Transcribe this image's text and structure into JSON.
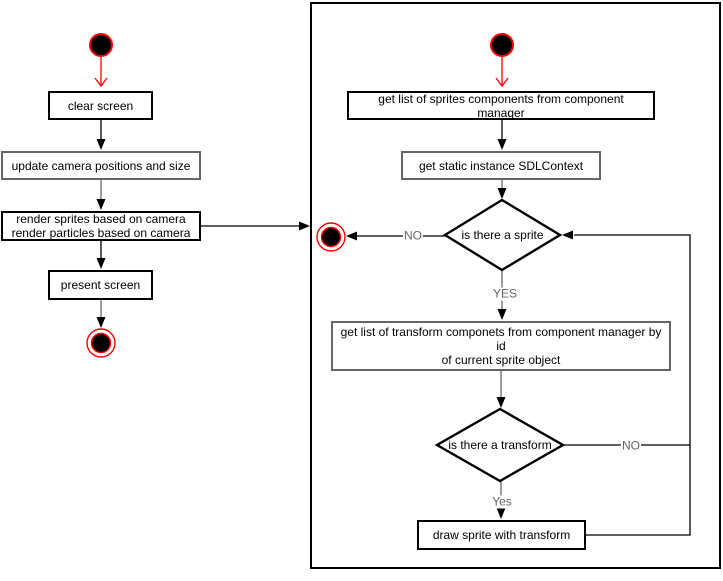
{
  "diagram": {
    "type": "uml-activity-flowchart",
    "left_flow": {
      "clear_screen": "clear screen",
      "update_camera": "update camera positions and size",
      "render": "render sprites based on camera\nrender particles based on camera",
      "present_screen": "present screen"
    },
    "right_flow": {
      "get_sprites": "get list of sprites components from component manager",
      "get_sdl_context": "get static instance SDLContext",
      "decision_sprite": "is there a sprite",
      "sprite_yes": "YES",
      "sprite_no": "NO",
      "get_transforms": "get list of transform componets from component manager by id\nof current sprite object",
      "decision_transform": "is there a transform",
      "transform_yes": "Yes",
      "transform_no": "NO",
      "draw_sprite": "draw sprite with transform"
    },
    "colors": {
      "start_end_accent": "#ff0000",
      "node_fill": "#000000",
      "box_border_dark": "#000000",
      "box_border_gray": "#666666",
      "edge_black": "#000000",
      "edge_gray": "#666666",
      "edge_label_text": "#666666",
      "background": "#ffffff"
    }
  }
}
